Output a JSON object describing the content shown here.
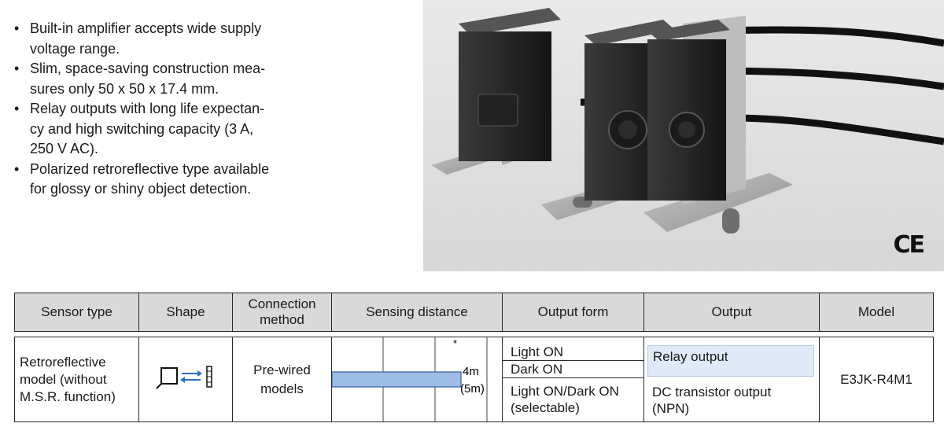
{
  "features": [
    "Built-in amplifier accepts wide supply voltage range.",
    "Slim, space-saving construction mea-sures only 50 x 50 x 17.4 mm.",
    "Relay outputs with long life expectan-cy and high switching capacity (3 A, 250 V AC).",
    "Polarized retroreflective type available for glossy or shiny object detection."
  ],
  "feature_lines": [
    [
      "Built-in amplifier accepts wide supply",
      "voltage range."
    ],
    [
      "Slim, space-saving construction mea-",
      "sures only 50 x 50 x 17.4 mm."
    ],
    [
      "Relay outputs with long life expectan-",
      "cy and high switching capacity (3 A,",
      "250 V AC)."
    ],
    [
      "Polarized retroreflective type available",
      "for glossy or shiny object detection."
    ]
  ],
  "photo": {
    "ce_mark": "CE"
  },
  "table": {
    "headers": {
      "sensor_type": "Sensor type",
      "shape": "Shape",
      "connection_line1": "Connection",
      "connection_line2": "method",
      "sensing_distance": "Sensing distance",
      "output_form": "Output form",
      "output": "Output",
      "model": "Model"
    },
    "row": {
      "sensor_type_lines": [
        "Retroreflective",
        "model (without",
        "M.S.R. function)"
      ],
      "connection_lines": [
        "Pre-wired",
        "models"
      ],
      "distance_note": "*",
      "distance_value": "4m",
      "distance_value_alt": "(5m)",
      "distance_m": 4,
      "distance_alt_m": 5,
      "output_form": {
        "light_on": "Light ON",
        "dark_on": "Dark ON",
        "light_dark_line1": "Light ON/Dark ON",
        "light_dark_line2": "(selectable)"
      },
      "output": {
        "relay": "Relay output",
        "dc_line1": "DC transistor output",
        "dc_line2": "(NPN)"
      },
      "model": "E3JK-R4M1"
    }
  },
  "colors": {
    "header_bg": "#d9d9d9",
    "distance_bar": "#9dbde6",
    "relay_highlight": "#dfe9f7"
  }
}
